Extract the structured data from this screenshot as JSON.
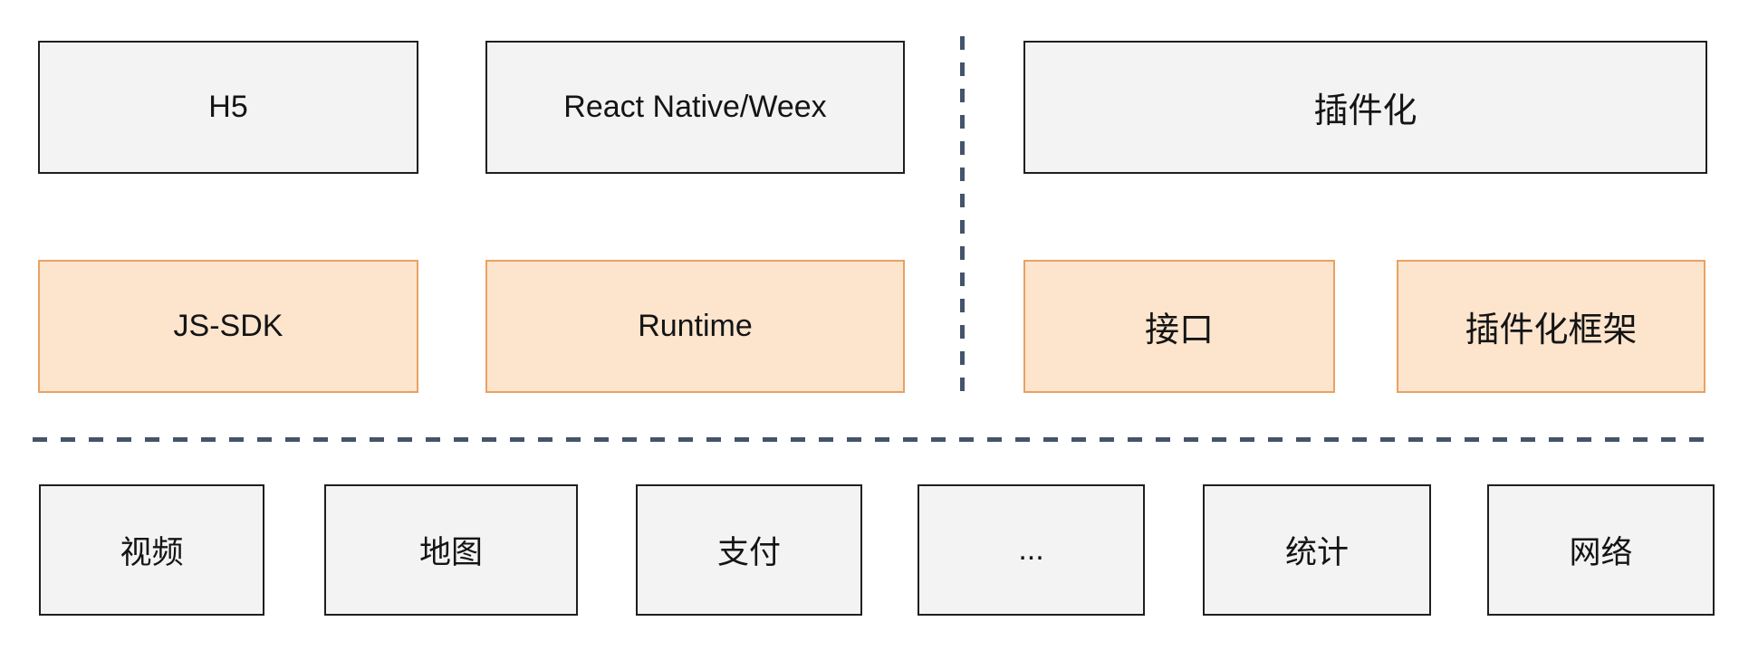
{
  "diagram": {
    "colors": {
      "box-gray-fill": "#f3f3f3",
      "box-gray-border": "#1f1f1f",
      "box-orange-fill": "#fce4cd",
      "box-orange-border": "#e8a263",
      "dash-color": "#44546a"
    },
    "boxes": {
      "h5": "H5",
      "react_native_weex": "React Native/Weex",
      "plugin": "插件化",
      "js_sdk": "JS-SDK",
      "runtime": "Runtime",
      "interface": "接口",
      "plugin_framework": "插件化框架",
      "video": "视频",
      "map": "地图",
      "payment": "支付",
      "ellipsis": "...",
      "statistics": "统计",
      "network": "网络"
    }
  }
}
